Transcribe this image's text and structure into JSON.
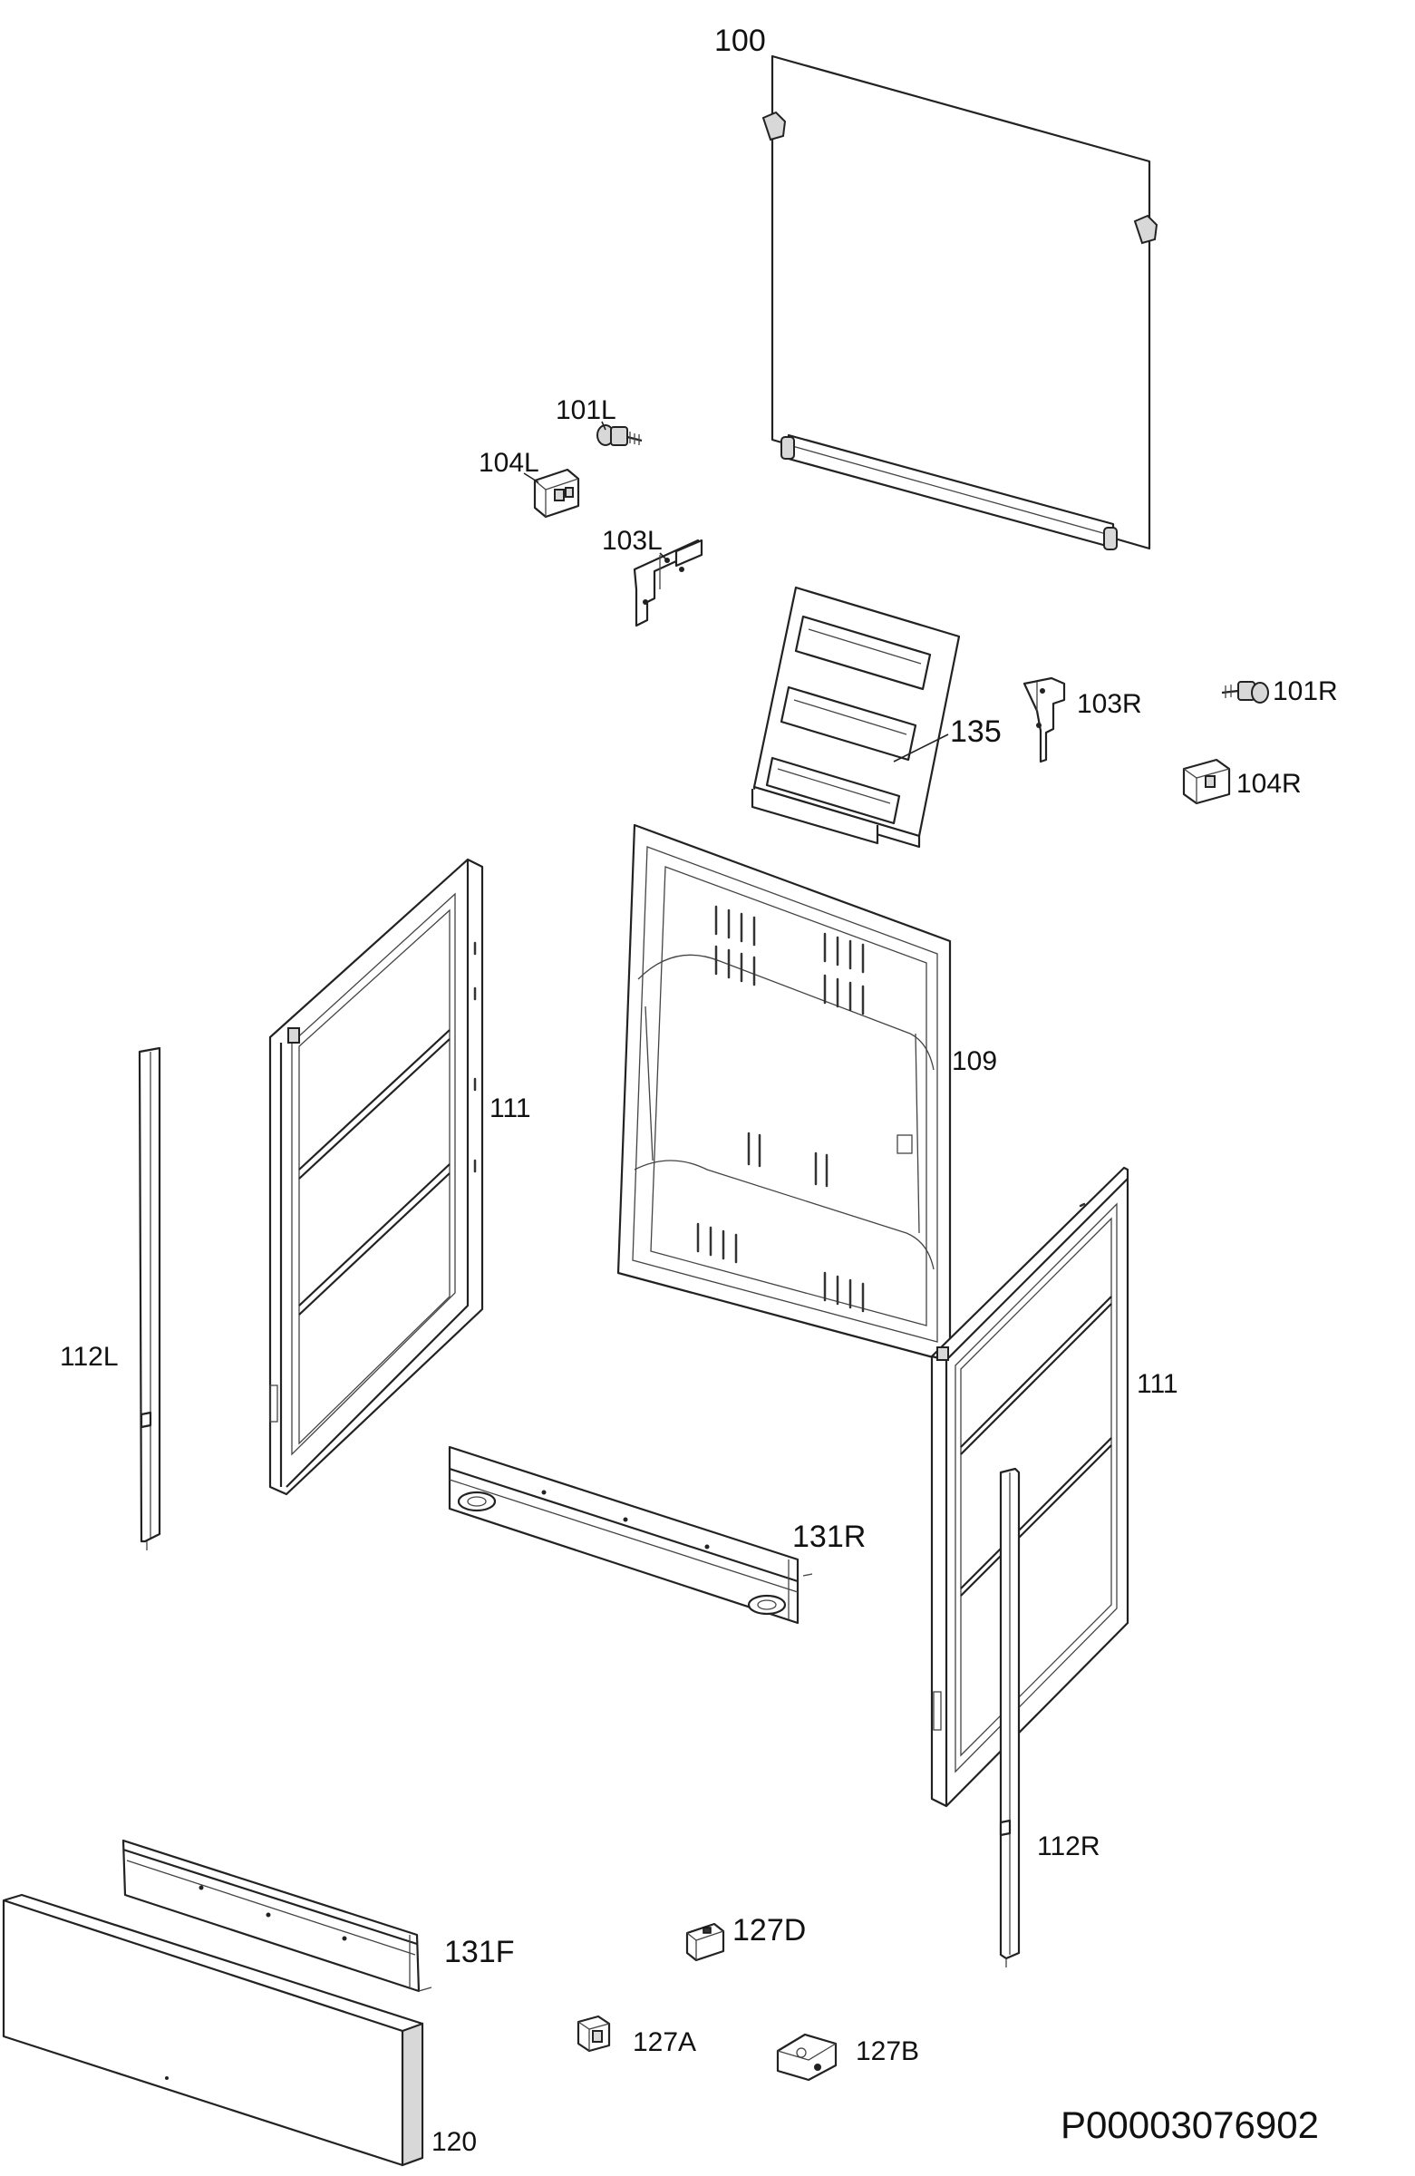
{
  "labels": {
    "p100": "100",
    "p101L": "101L",
    "p104L": "104L",
    "p103L": "103L",
    "p135": "135",
    "p103R": "103R",
    "p101R": "101R",
    "p104R": "104R",
    "p109": "109",
    "p111_left": "111",
    "p111_right": "111",
    "p112L": "112L",
    "p131R": "131R",
    "p112R": "112R",
    "p127D": "127D",
    "p131F": "131F",
    "p127A": "127A",
    "p127B": "127B",
    "p120": "120"
  },
  "drawing_code": "P00003076902"
}
